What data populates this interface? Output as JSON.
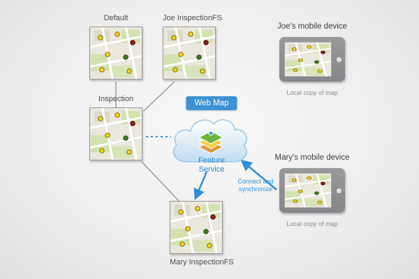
{
  "maps": {
    "default": {
      "label": "Default"
    },
    "joe": {
      "label": "Joe InspectionFS"
    },
    "inspection": {
      "label": "Inspection"
    },
    "mary": {
      "label": "Mary InspectionFS"
    }
  },
  "cloud": {
    "badge": "Web Map",
    "service": "Feature Service"
  },
  "devices": {
    "joe": {
      "title": "Joe's mobile device",
      "caption": "Local copy of map"
    },
    "mary": {
      "title": "Mary's mobile device",
      "caption": "Local copy of map"
    }
  },
  "annotations": {
    "sync": "Connect and synchronize"
  },
  "colors": {
    "accent_blue": "#2e8fd8",
    "badge_blue": "#3c92d4",
    "connector_gray": "#9a9a9a"
  }
}
